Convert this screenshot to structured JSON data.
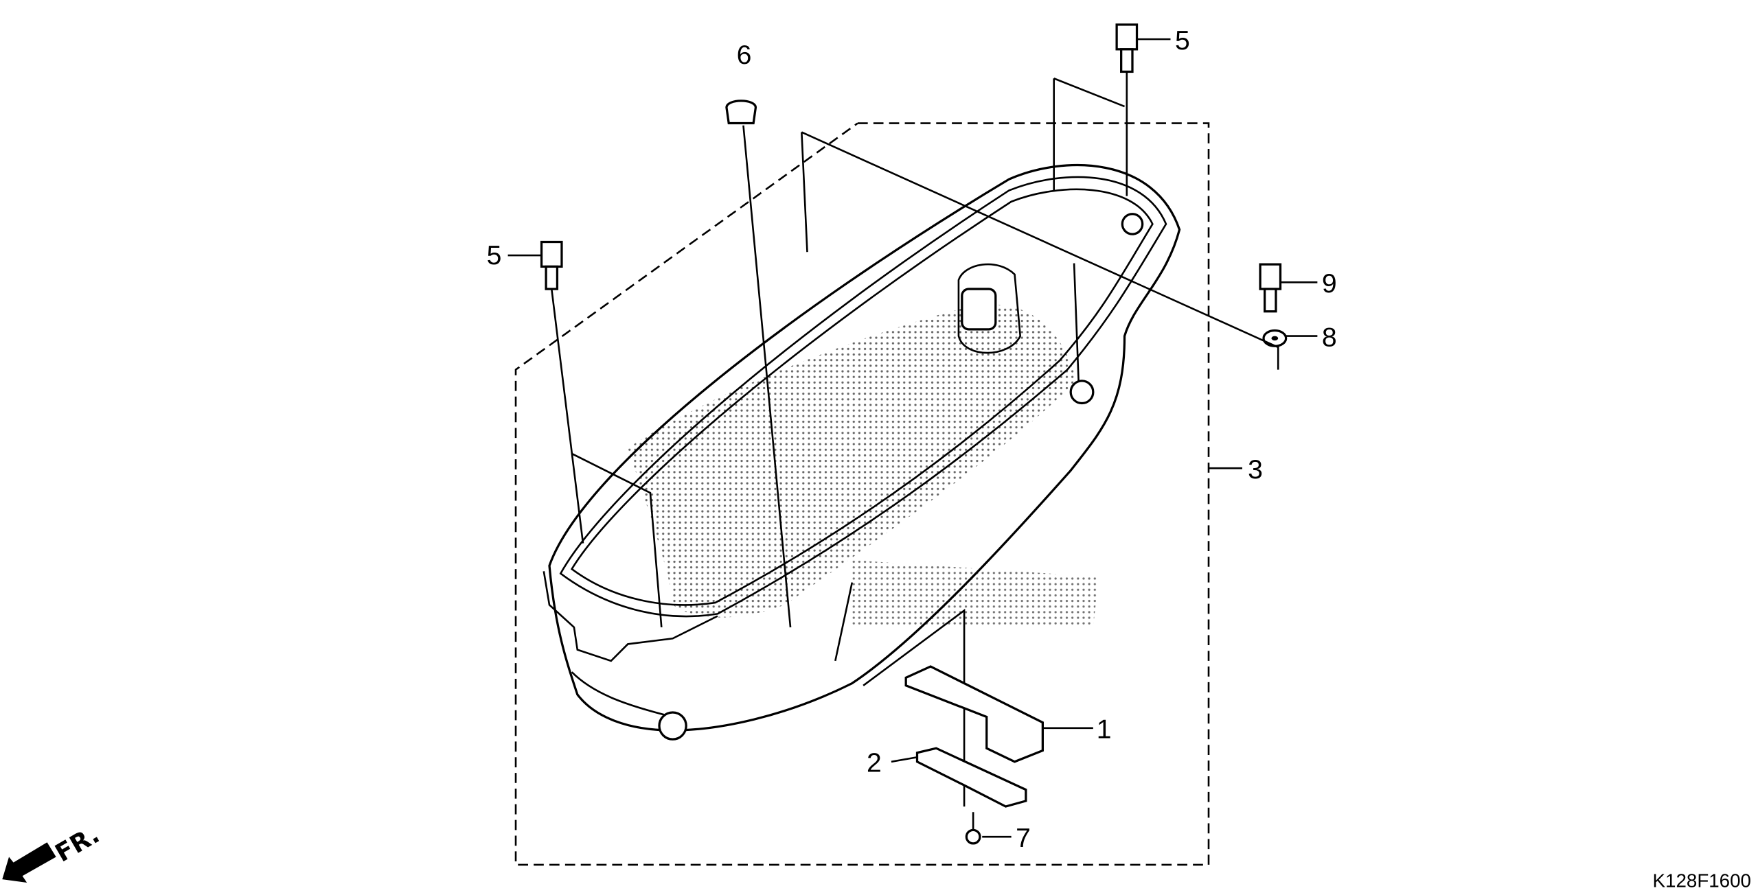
{
  "diagram": {
    "code": "K128F1600",
    "direction_marker": "FR.",
    "callouts": [
      {
        "id": "1",
        "part": "bracket-upper"
      },
      {
        "id": "2",
        "part": "bracket-lower"
      },
      {
        "id": "3",
        "part": "luggage-box"
      },
      {
        "id": "5",
        "part": "bolt-top"
      },
      {
        "id": "5",
        "part": "bolt-left"
      },
      {
        "id": "6",
        "part": "cap"
      },
      {
        "id": "7",
        "part": "screw"
      },
      {
        "id": "8",
        "part": "washer"
      },
      {
        "id": "9",
        "part": "bolt-right"
      }
    ]
  }
}
